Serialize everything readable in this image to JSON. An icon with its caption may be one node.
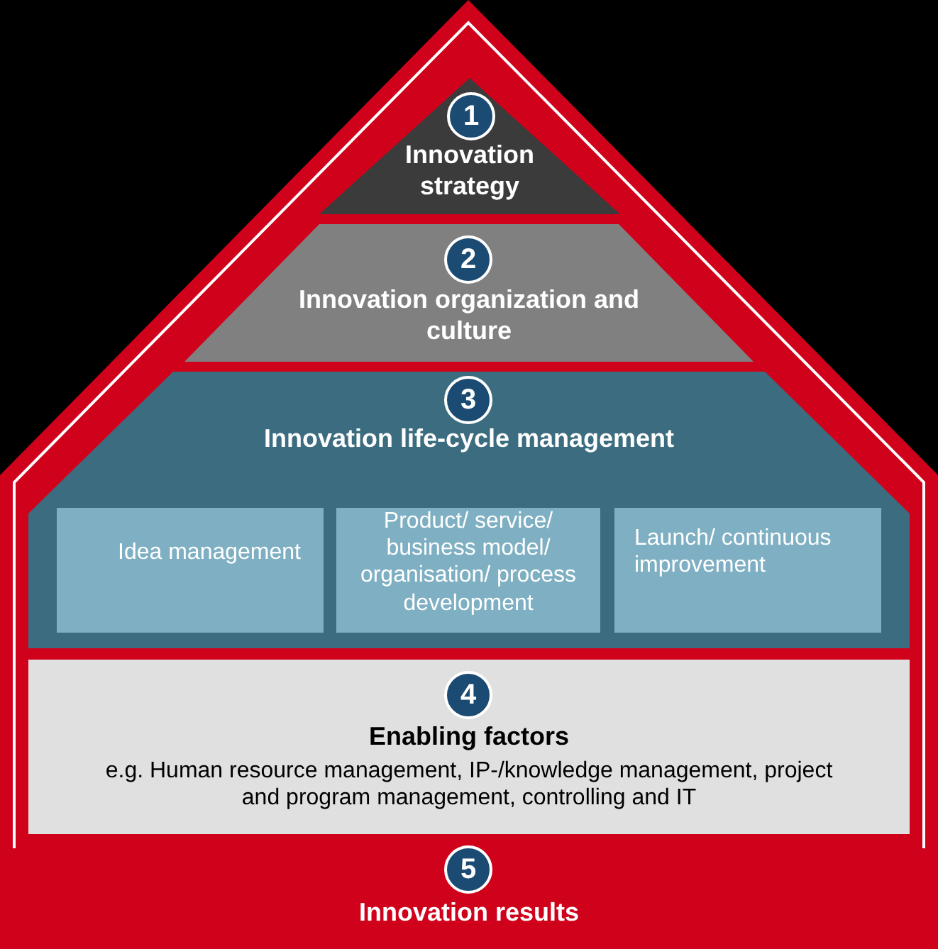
{
  "diagram": {
    "nodes": [
      {
        "text": [
          "Innovation results"
        ]
      },
      {
        "text": [
          "Innovation strategy"
        ],
        "in": 0
      },
      {
        "text": [
          "1"
        ],
        "in": 1
      },
      {
        "text": [
          "Innovation organization and culture"
        ],
        "in": 0
      },
      {
        "text": [
          "2"
        ],
        "in": 3
      },
      {
        "text": [
          "Innovation life-cycle management"
        ],
        "in": 0
      },
      {
        "text": [
          "3"
        ],
        "in": 5
      },
      {
        "text": [
          "Idea management"
        ],
        "in": 5
      },
      {
        "text": [
          "Product/ service/ business model/ organisation/ process development"
        ],
        "in": 5
      },
      {
        "text": [
          "Launch/ continuous improvement"
        ],
        "in": 5
      },
      {
        "text": [
          "Enabling factors",
          "e.g. Human resource management, IP-/knowledge management, project and program management, controlling and IT"
        ],
        "in": 0
      },
      {
        "text": [
          "4"
        ],
        "in": 10
      },
      {
        "text": [
          "5"
        ],
        "in": 0
      }
    ]
  }
}
